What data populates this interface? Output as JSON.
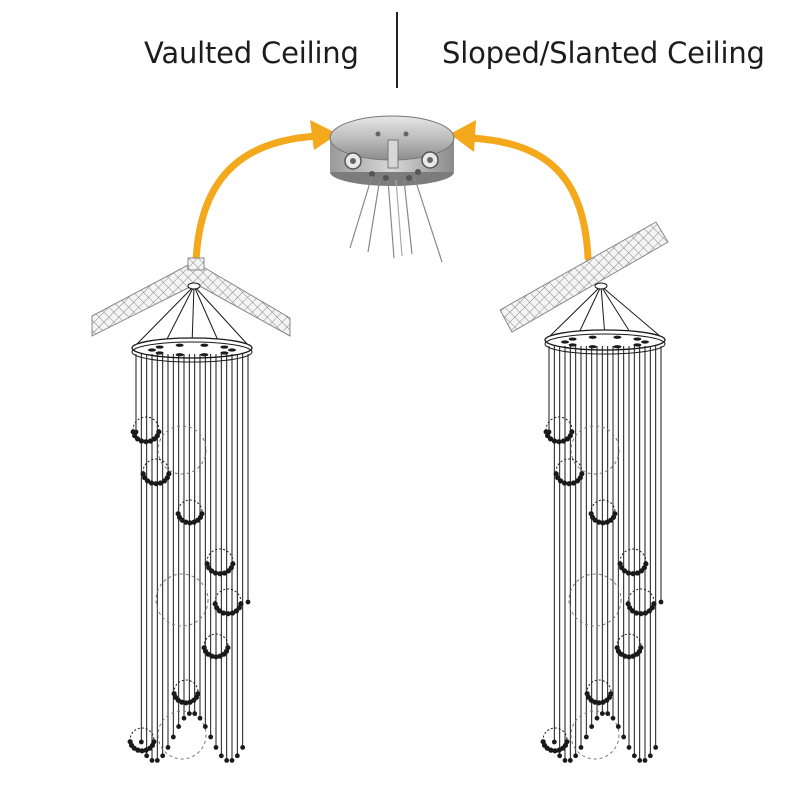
{
  "labels": {
    "left": "Vaulted Ceiling",
    "right": "Sloped/Slanted Ceiling"
  },
  "colors": {
    "arrow": "#f4a81c",
    "line": "#1a1a1a",
    "canopy": "#b8b8b8",
    "background": "#ffffff"
  },
  "icons": [
    "arrow-left",
    "arrow-right",
    "ceiling-canopy-icon",
    "vaulted-ceiling-icon",
    "sloped-ceiling-icon",
    "chandelier-icon"
  ]
}
